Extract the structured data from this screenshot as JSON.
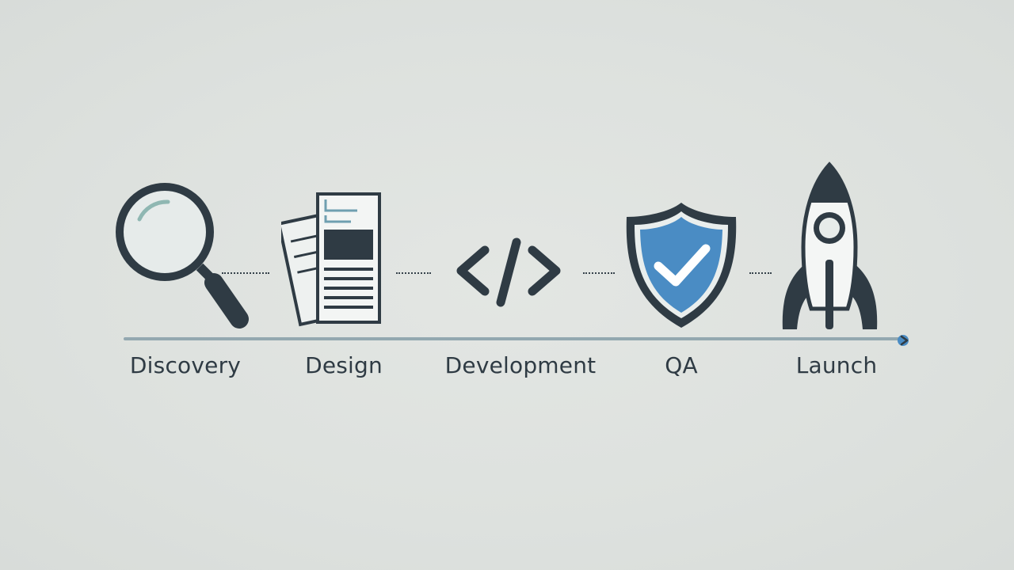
{
  "diagram": {
    "stages": [
      {
        "label": "Discovery",
        "icon": "magnifying-glass-icon"
      },
      {
        "label": "Design",
        "icon": "documents-icon"
      },
      {
        "label": "Development",
        "icon": "code-brackets-icon"
      },
      {
        "label": "QA",
        "icon": "shield-check-icon"
      },
      {
        "label": "Launch",
        "icon": "rocket-icon"
      }
    ],
    "colors": {
      "background": "#dee2df",
      "ink": "#2f3b44",
      "accent": "#4a8cc4",
      "timeline": "#93a8b0"
    }
  }
}
